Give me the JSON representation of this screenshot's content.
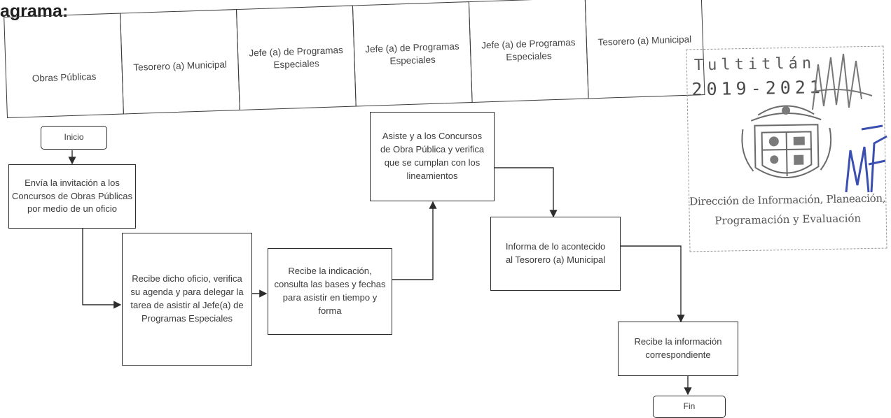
{
  "heading": "agrama:",
  "lanes": [
    "Obras Públicas",
    "Tesorero (a) Municipal",
    "Jefe (a) de Programas Especiales",
    "Jefe (a) de Programas Especiales",
    "Jefe (a) de Programas Especiales",
    "Tesorero (a) Municipal"
  ],
  "nodes": {
    "inicio": "Inicio",
    "invitacion": "Envía la invitación a los Concursos de Obras Públicas por medio de un oficio",
    "recibe_oficio": "Recibe dicho oficio, verifica su agenda y para delegar la tarea de asistir al Jefe(a) de Programas Especiales",
    "recibe_indicacion": "Recibe la indicación, consulta las bases y fechas para asistir en tiempo y forma",
    "asiste": "Asiste y a los Concursos de Obra Pública y verifica que se cumplan con los lineamientos",
    "informa": "Informa de lo acontecido al Tesorero (a) Municipal",
    "recibe_info": "Recibe la información correspondiente",
    "fin": "Fin"
  },
  "stamp": {
    "town": "Tultitlán",
    "years": "2019-2021",
    "dept_line1": "Dirección de Información, Planeación,",
    "dept_line2": "Programación y Evaluación"
  }
}
